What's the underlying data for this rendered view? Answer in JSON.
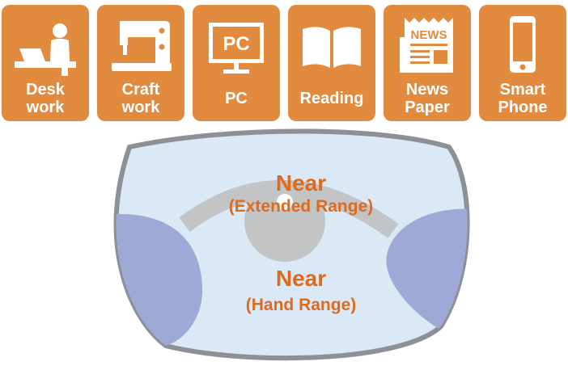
{
  "tiles": [
    {
      "line1": "Desk",
      "line2": "work",
      "icon": "desk-work-icon"
    },
    {
      "line1": "Craft",
      "line2": "work",
      "icon": "sewing-machine-icon"
    },
    {
      "line1": "PC",
      "line2": "",
      "icon": "pc-monitor-icon",
      "screen_text": "PC"
    },
    {
      "line1": "Reading",
      "line2": "",
      "icon": "open-book-icon"
    },
    {
      "line1": "News",
      "line2": "Paper",
      "icon": "newspaper-icon",
      "masthead": "NEWS"
    },
    {
      "line1": "Smart",
      "line2": "Phone",
      "icon": "smartphone-icon"
    }
  ],
  "lens": {
    "upper_title": "Near",
    "upper_subtitle": "(Extended Range)",
    "lower_title": "Near",
    "lower_subtitle": "(Hand Range)"
  },
  "colors": {
    "tile": "#e28a3d",
    "label": "#e06a1c",
    "lens_fill": "#dbe9f6",
    "lens_edge": "#8d9096",
    "blur_zone": "#9ea9d6",
    "corridor": "#c3c4c6"
  }
}
